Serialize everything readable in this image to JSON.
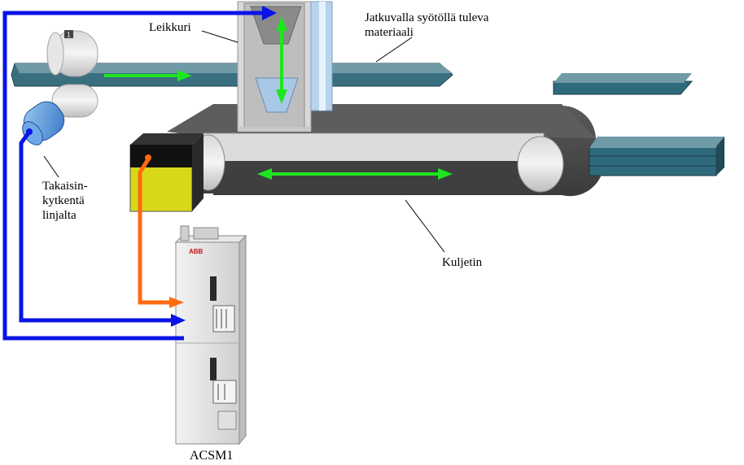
{
  "labels": {
    "cutter": "Leikkuri",
    "material_line1": "Jatkuvalla syötöllä tuleva",
    "material_line2": "materiaali",
    "feedback_line1": "Takaisin-",
    "feedback_line2": "kytkentä",
    "feedback_line3": "linjalta",
    "conveyor": "Kuljetin",
    "drive": "ACSM1",
    "drive_brand": "ABB",
    "encoder_badge": "1"
  },
  "colors": {
    "signal_feedback": "#0a14e6",
    "motor_cable": "#ff6a10",
    "motion_arrow": "#1ee61e",
    "material": "#2a5e6e",
    "belt": "#4a4a4a",
    "motor_body": "#cccc10",
    "drive_body": "#e6e6e6",
    "brand": "#cc1010"
  },
  "icons": [
    "encoder-icon",
    "motor-icon",
    "drive-unit-icon",
    "cutter-blade-icon"
  ]
}
